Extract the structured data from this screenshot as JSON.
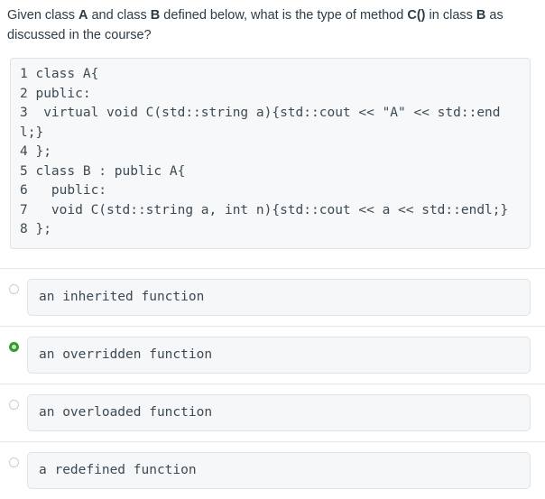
{
  "question": {
    "segments": [
      {
        "text": "Given class ",
        "bold": false
      },
      {
        "text": "A",
        "bold": true
      },
      {
        "text": " and class ",
        "bold": false
      },
      {
        "text": "B",
        "bold": true
      },
      {
        "text": " defined below, what is the type of method ",
        "bold": false
      },
      {
        "text": "C()",
        "bold": true
      },
      {
        "text": " in class ",
        "bold": false
      },
      {
        "text": "B",
        "bold": true
      },
      {
        "text": " as discussed in the course?",
        "bold": false
      }
    ]
  },
  "code": {
    "lines": [
      "1 class A{",
      "2 public:",
      "3  virtual void C(std::string a){std::cout << \"A\" << std::endl;}",
      "4 };",
      "5 class B : public A{",
      "6   public:",
      "7   void C(std::string a, int n){std::cout << a << std::endl;}",
      "8 };"
    ],
    "full_text": "1 class A{\n2 public:\n3  virtual void C(std::string a){std::cout << \"A\" << std::endl;}\n4 };\n5 class B : public A{\n6   public:\n7   void C(std::string a, int n){std::cout << a << std::endl;}\n8 };"
  },
  "answers": {
    "options": [
      {
        "label": "an inherited function",
        "selected": false,
        "radio_icon": "radio-unselected-icon"
      },
      {
        "label": "an overridden function",
        "selected": true,
        "radio_icon": "radio-selected-icon"
      },
      {
        "label": "an overloaded function",
        "selected": false,
        "radio_icon": "radio-unselected-icon"
      },
      {
        "label": "a redefined function",
        "selected": false,
        "radio_icon": "radio-unselected-icon"
      }
    ],
    "selected_index": 1
  },
  "colors": {
    "selected_radio": "#2f9e2f",
    "selected_radio_center": "#c7e6b3",
    "unselected_radio_border": "#c9cdd1",
    "text": "#2d3b45",
    "code_text": "#3b4a54",
    "code_bg": "#f7f8f9",
    "code_border": "#e0e3e6",
    "option_bg": "#f6f7f8",
    "option_border": "#dfe3e6",
    "separator": "#e4e6e8"
  }
}
